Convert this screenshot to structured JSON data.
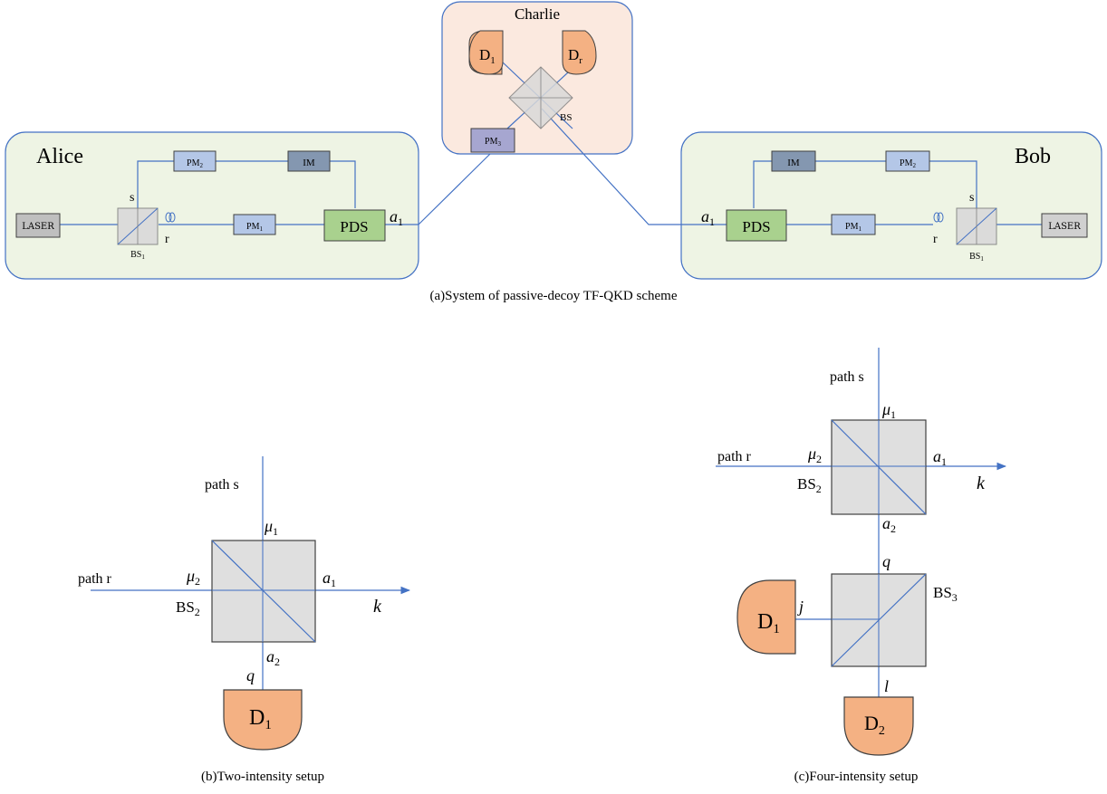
{
  "panel_a": {
    "caption": "(a)System of passive-decoy TF-QKD scheme",
    "alice": {
      "name": "Alice",
      "laser": "LASER",
      "bs": "BS",
      "bs_sub": "1",
      "path_s": "s",
      "path_r": "r",
      "pm2": "PM",
      "pm2_sub": "2",
      "im": "IM",
      "pm1": "PM",
      "pm1_sub": "1",
      "pds": "PDS",
      "out": "a",
      "out_sub": "1"
    },
    "charlie": {
      "name": "Charlie",
      "d1": "D",
      "d1_sub": "1",
      "dr": "D",
      "dr_sub": "r",
      "bs": "BS",
      "pm3": "PM",
      "pm3_sub": "3"
    },
    "bob": {
      "name": "Bob",
      "laser": "LASER",
      "bs": "BS",
      "bs_sub": "1",
      "path_s": "s",
      "path_r": "r",
      "pm2": "PM",
      "pm2_sub": "2",
      "im": "IM",
      "pm1": "PM",
      "pm1_sub": "1",
      "pds": "PDS",
      "out": "a",
      "out_sub": "1"
    }
  },
  "panel_b": {
    "caption": "(b)Two-intensity setup",
    "path_s": "path s",
    "path_r": "path r",
    "mu1": "μ",
    "mu1_sub": "1",
    "mu2": "μ",
    "mu2_sub": "2",
    "a1": "a",
    "a1_sub": "1",
    "a2": "a",
    "a2_sub": "2",
    "bs": "BS",
    "bs_sub": "2",
    "k": "k",
    "q": "q",
    "d1": "D",
    "d1_sub": "1"
  },
  "panel_c": {
    "caption": "(c)Four-intensity setup",
    "path_s": "path s",
    "path_r": "path r",
    "mu1": "μ",
    "mu1_sub": "1",
    "mu2": "μ",
    "mu2_sub": "2",
    "a1": "a",
    "a1_sub": "1",
    "a2": "a",
    "a2_sub": "2",
    "bs2": "BS",
    "bs2_sub": "2",
    "bs3": "BS",
    "bs3_sub": "3",
    "k": "k",
    "q": "q",
    "j": "j",
    "l": "l",
    "d1": "D",
    "d1_sub": "1",
    "d2": "D",
    "d2_sub": "2"
  },
  "colors": {
    "line": "#4472c4",
    "box_green_bg": "#eef4e4",
    "charlie_bg": "#fbe9df",
    "detector": "#f4b183",
    "pds": "#a9d18e",
    "pm_box": "#b4c7e7",
    "im_box": "#8497b0",
    "bs_gray": "#d9d9d9",
    "laser_box": "#bfbfbf"
  }
}
